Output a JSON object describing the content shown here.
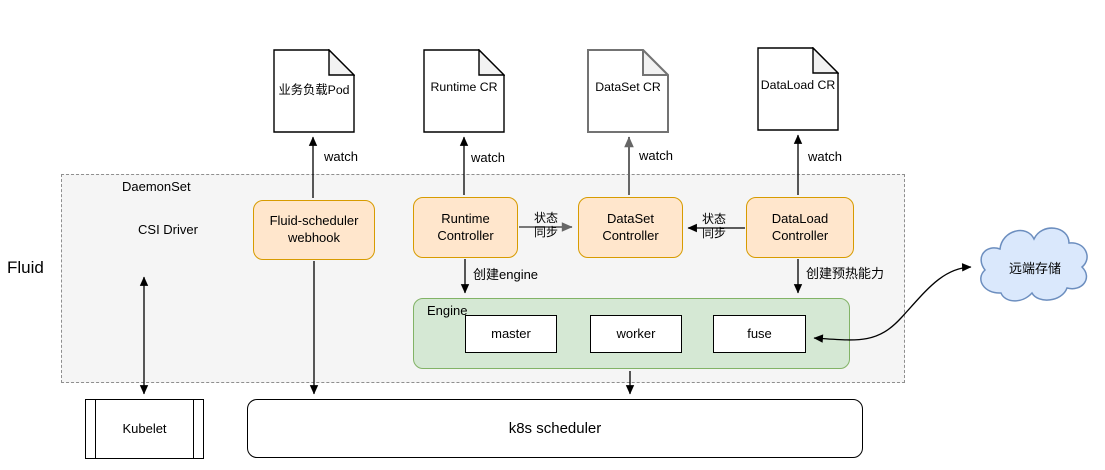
{
  "labels": {
    "fluid": "Fluid",
    "daemonset": "DaemonSet",
    "watch": "watch",
    "status_sync": "状态\n同步",
    "create_engine": "创建engine",
    "create_preheat": "创建预热能力"
  },
  "documents": [
    {
      "label": "业务负载Pod"
    },
    {
      "label": "Runtime CR"
    },
    {
      "label": "DataSet CR"
    },
    {
      "label": "DataLoad CR"
    }
  ],
  "nodes": {
    "csi_driver": "CSI Driver",
    "webhook": "Fluid-scheduler webhook",
    "runtime_controller": "Runtime Controller",
    "dataset_controller": "DataSet Controller",
    "dataload_controller": "DataLoad Controller",
    "engine": "Engine",
    "master": "master",
    "worker": "worker",
    "fuse": "fuse",
    "kubelet": "Kubelet",
    "k8s_scheduler": "k8s scheduler",
    "remote_storage": "远端存储"
  },
  "icons": {
    "document": "document-shape",
    "cloud": "cloud-shape",
    "stack": "stacked-parallelograms"
  },
  "colors": {
    "orange_fill": "#ffe6cc",
    "orange_stroke": "#d79b00",
    "green_fill": "#d5e8d4",
    "green_stroke": "#82b366",
    "blue_fill": "#dae8fc",
    "blue_stroke": "#6c8ebf",
    "region_fill": "#f5f5f5",
    "gray_edge": "#666666"
  }
}
